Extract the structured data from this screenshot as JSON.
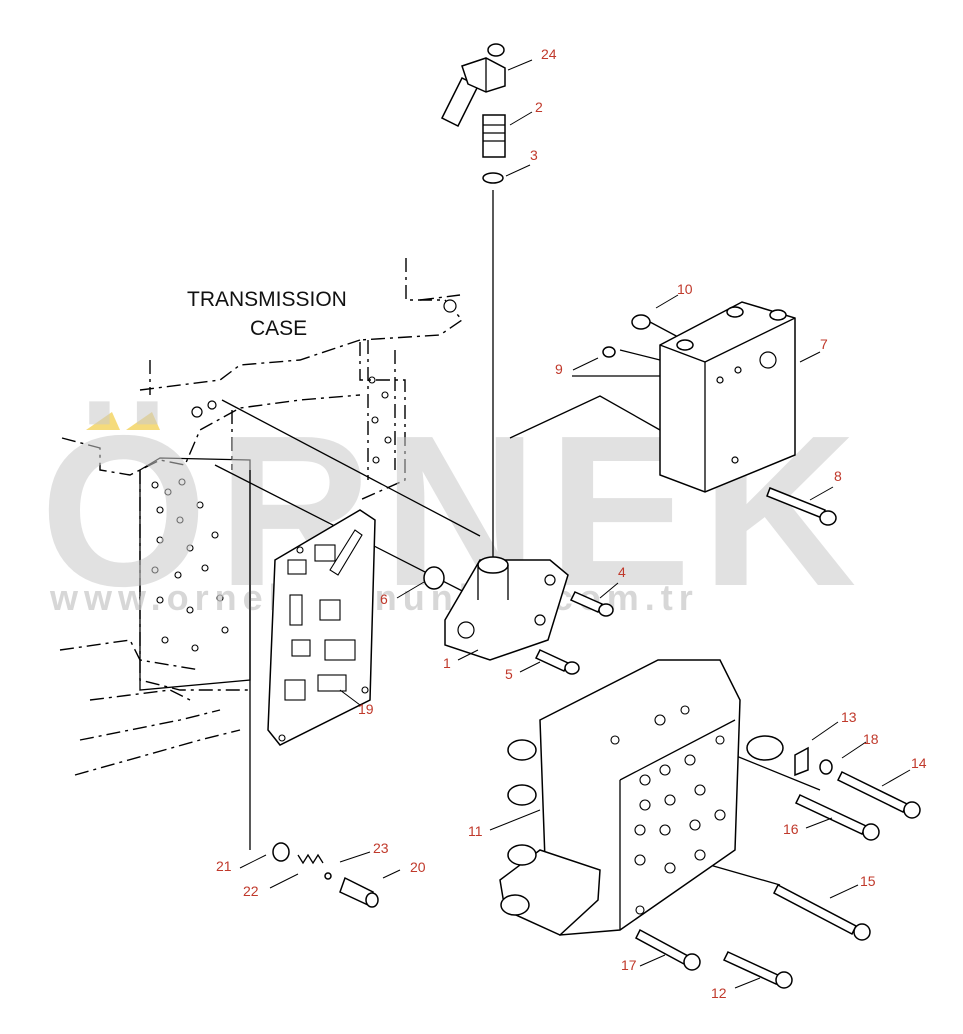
{
  "diagram": {
    "case_label_line1": "TRANSMISSION",
    "case_label_line2": "CASE",
    "callouts": [
      "1",
      "2",
      "3",
      "4",
      "5",
      "6",
      "7",
      "8",
      "9",
      "10",
      "11",
      "12",
      "13",
      "14",
      "15",
      "16",
      "17",
      "18",
      "19",
      "20",
      "21",
      "22",
      "23",
      "24"
    ]
  },
  "watermark": {
    "text": "ÖRNEK",
    "url": "www.orneksimnunlari.com.tr",
    "accent_color": "#f2d25b",
    "text_color": "#c9c9c9"
  },
  "colors": {
    "callout": "#c0392b",
    "line": "#000000"
  }
}
